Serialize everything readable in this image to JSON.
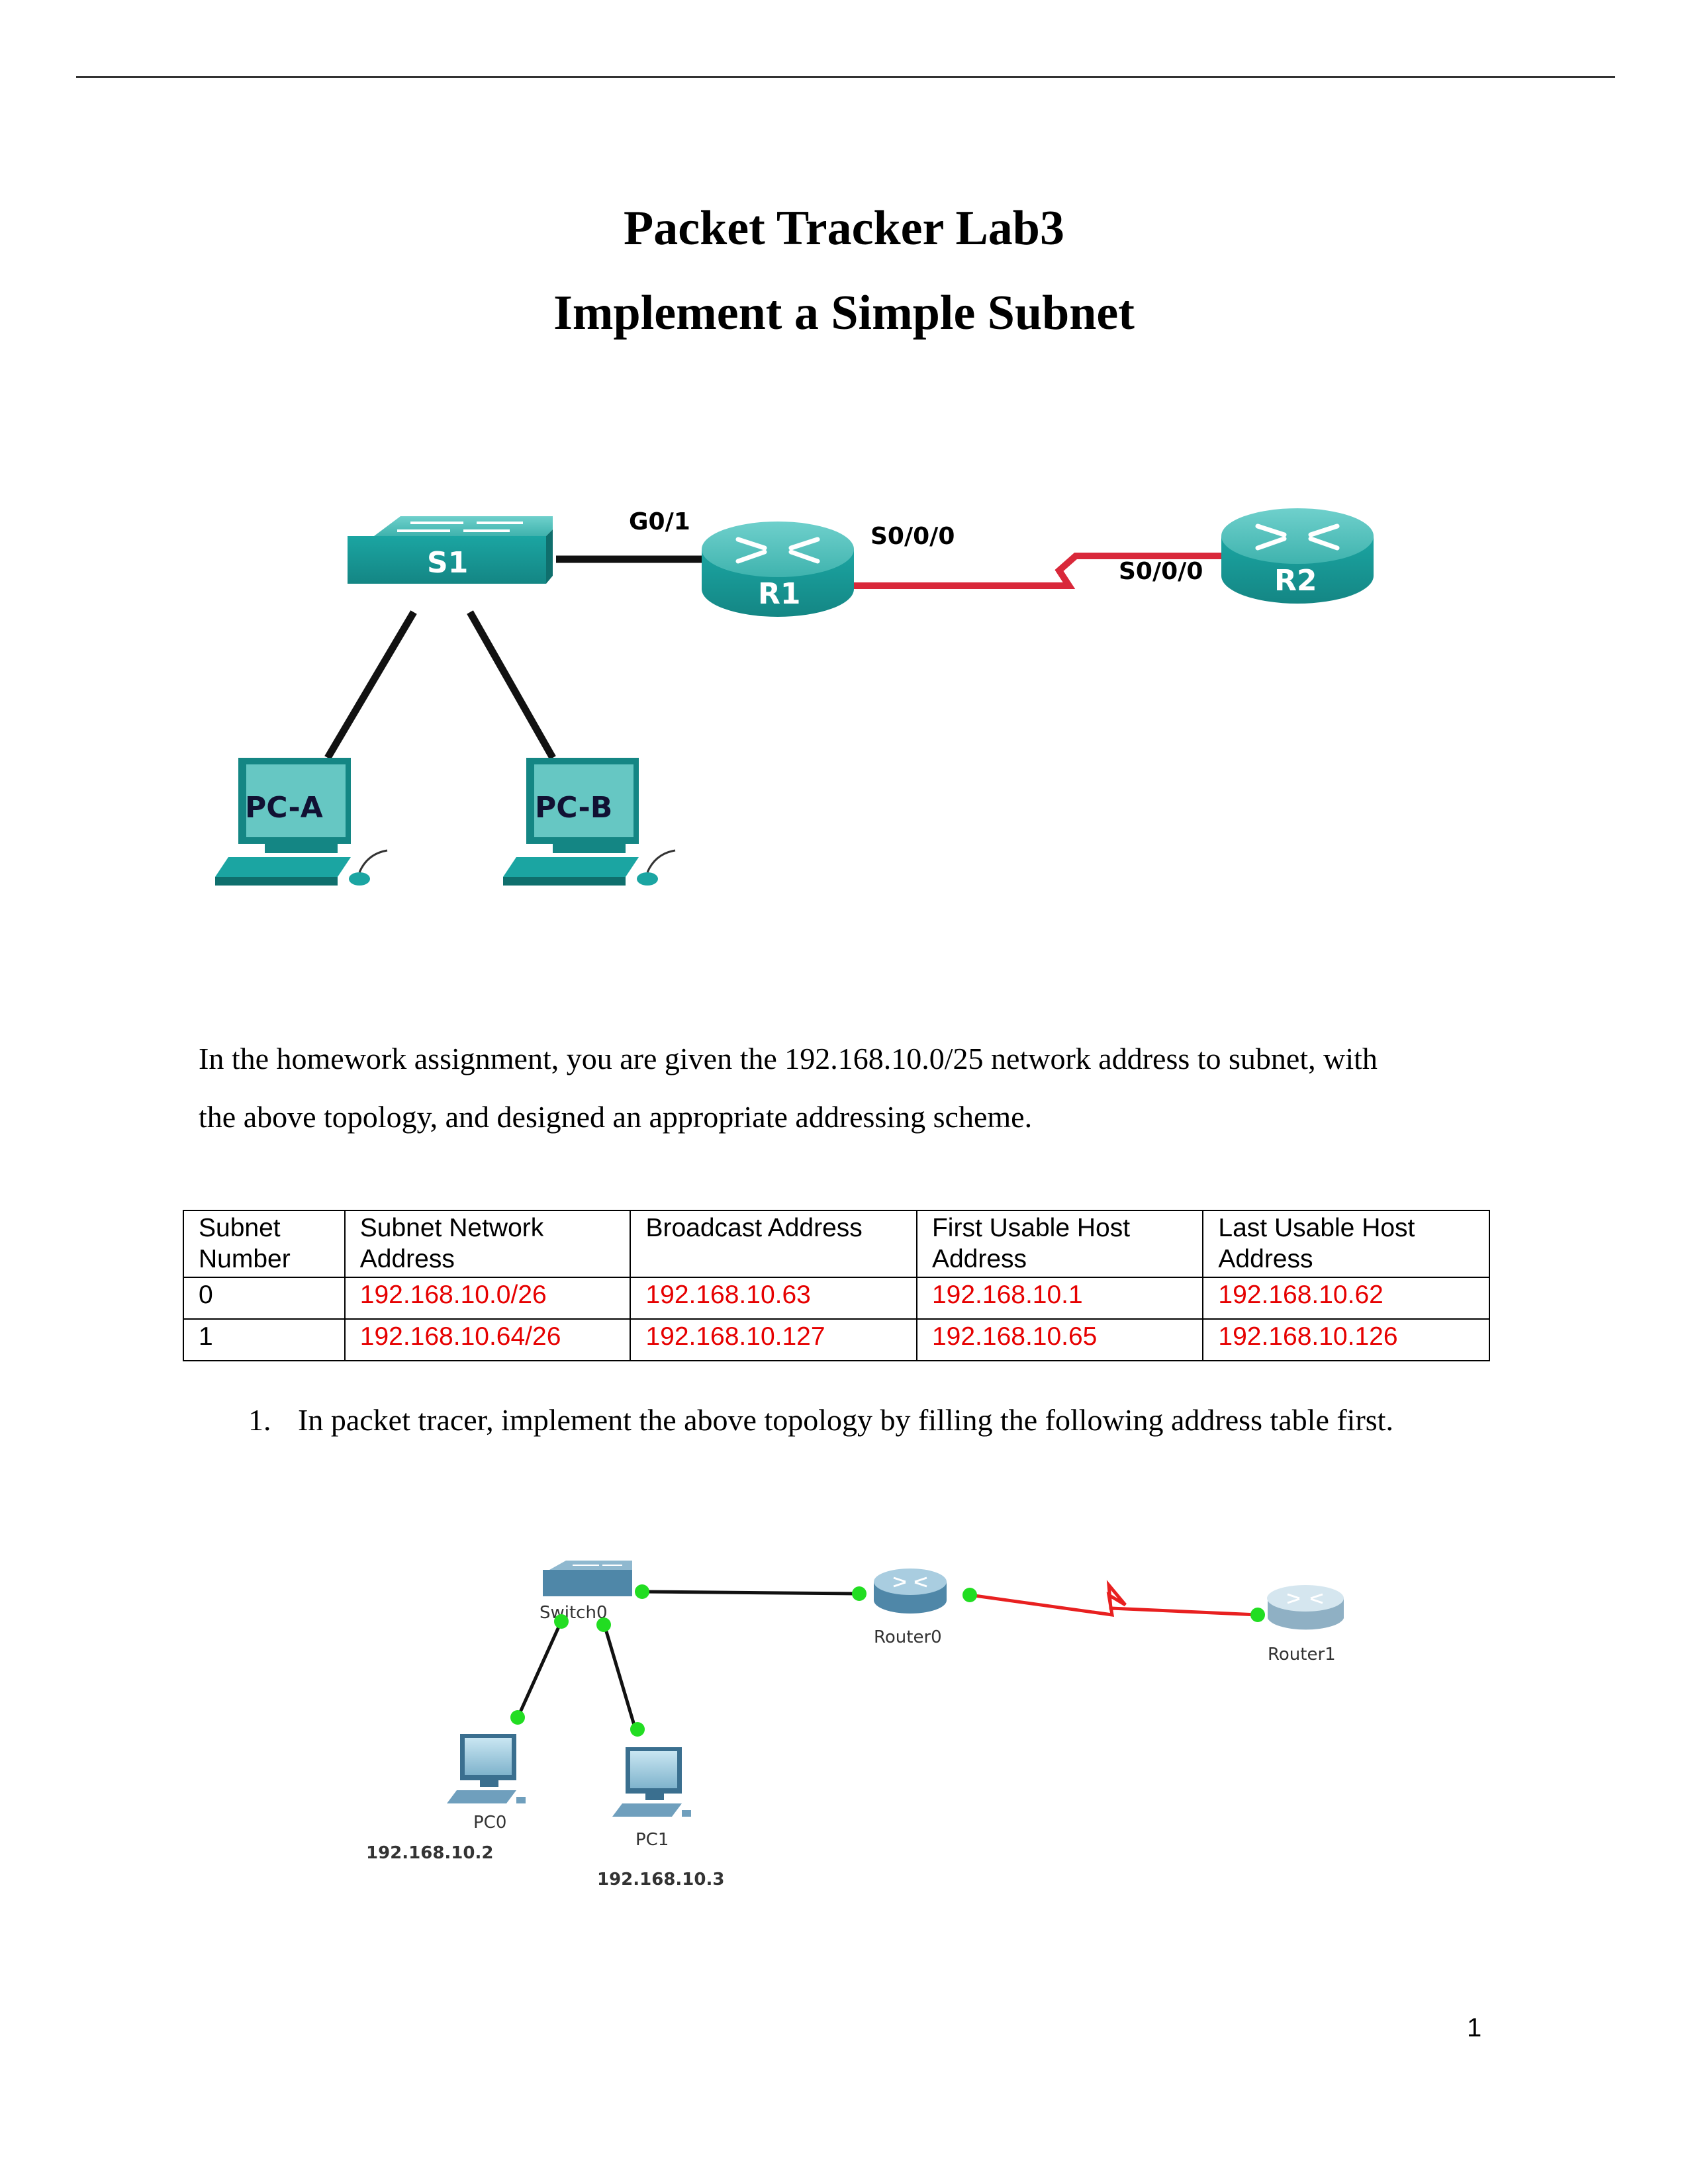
{
  "title_line1": "Packet Tracker Lab3",
  "title_line2": "Implement a Simple Subnet",
  "topology1": {
    "switch_label": "S1",
    "r1_label": "R1",
    "r2_label": "R2",
    "pca_label": "PC-A",
    "pcb_label": "PC-B",
    "g01_label": "G0/1",
    "r1_serial_label": "S0/0/0",
    "r2_serial_label": "S0/0/0",
    "colors": {
      "device": "#1e9b9b",
      "device_light": "#5cc4c1",
      "serial_link": "#d9283a",
      "ethernet_link": "#111111"
    }
  },
  "intro_line1": "In the homework assignment, you are given the 192.168.10.0/25 network address to subnet, with",
  "intro_line2": "the above topology, and designed an appropriate addressing scheme.",
  "table": {
    "headers": [
      [
        "Subnet",
        "Number"
      ],
      [
        "Subnet Network",
        "Address"
      ],
      [
        "Broadcast Address",
        ""
      ],
      [
        "First Usable Host",
        "Address"
      ],
      [
        "Last Usable Host",
        "Address"
      ]
    ],
    "rows": [
      [
        "0",
        "192.168.10.0/26",
        "192.168.10.63",
        "192.168.10.1",
        "192.168.10.62"
      ],
      [
        "1",
        "192.168.10.64/26",
        "192.168.10.127",
        "192.168.10.65",
        "192.168.10.126"
      ]
    ],
    "answer_color": "#e60000"
  },
  "step1_number": "1.",
  "step1_text": "In packet tracer, implement the above topology by filling the following address table first.",
  "topology2": {
    "switch_label": "Switch0",
    "router0_label": "Router0",
    "router1_label": "Router1",
    "pc0_label": "PC0",
    "pc1_label": "PC1",
    "pc0_ip": "192.168.10.2",
    "pc1_ip": "192.168.10.3",
    "colors": {
      "link_up": "#22dd22",
      "serial_link": "#e82020"
    }
  },
  "page_number": "1"
}
